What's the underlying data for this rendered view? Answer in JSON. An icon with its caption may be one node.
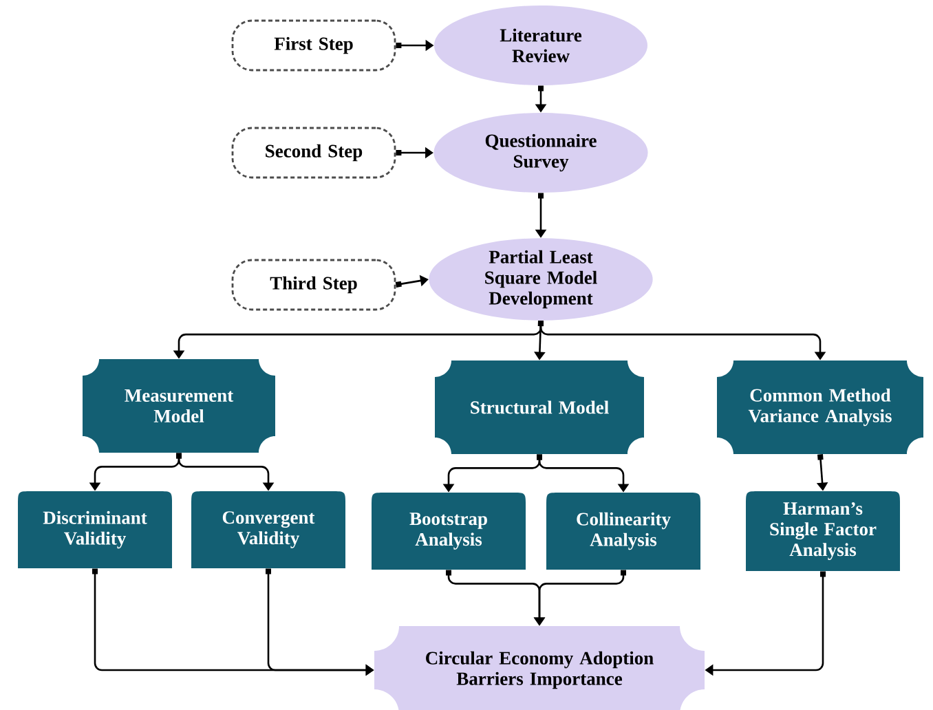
{
  "diagram": {
    "nodes": [
      {
        "text": [
          "First Step"
        ]
      },
      {
        "text": [
          "Literature Review"
        ]
      },
      {
        "text": [
          "Second Step"
        ]
      },
      {
        "text": [
          "Questionnaire Survey"
        ]
      },
      {
        "text": [
          "Third Step"
        ]
      },
      {
        "text": [
          "Partial Least Square Model Development"
        ]
      },
      {
        "text": [
          "Measurement Model"
        ]
      },
      {
        "text": [
          "Structural Model"
        ]
      },
      {
        "text": [
          "Common Method Variance Analysis"
        ]
      },
      {
        "text": [
          "Discriminant Validity"
        ]
      },
      {
        "text": [
          "Convergent Validity"
        ]
      },
      {
        "text": [
          "Bootstrap Analysis"
        ]
      },
      {
        "text": [
          "Collinearity Analysis"
        ]
      },
      {
        "text": [
          "Harman’s Single Factor Analysis"
        ]
      },
      {
        "text": [
          "Circular Economy Adoption Barriers Importance"
        ]
      }
    ],
    "edges": [
      {
        "from": 0,
        "to": 1,
        "arrow": "to"
      },
      {
        "from": 1,
        "to": 3,
        "arrow": "to"
      },
      {
        "from": 2,
        "to": 3,
        "arrow": "to"
      },
      {
        "from": 3,
        "to": 5,
        "arrow": "to"
      },
      {
        "from": 4,
        "to": 5,
        "arrow": "to"
      },
      {
        "from": 5,
        "to": 6,
        "arrow": "to"
      },
      {
        "from": 5,
        "to": 7,
        "arrow": "to"
      },
      {
        "from": 5,
        "to": 8,
        "arrow": "to"
      },
      {
        "from": 6,
        "to": 9,
        "arrow": "to"
      },
      {
        "from": 6,
        "to": 10,
        "arrow": "to"
      },
      {
        "from": 7,
        "to": 11,
        "arrow": "to"
      },
      {
        "from": 7,
        "to": 12,
        "arrow": "to"
      },
      {
        "from": 8,
        "to": 13,
        "arrow": "to"
      },
      {
        "from": 9,
        "to": 14,
        "arrow": "to"
      },
      {
        "from": 10,
        "to": 14,
        "arrow": "to"
      },
      {
        "from": 11,
        "to": 14,
        "arrow": "to"
      },
      {
        "from": 12,
        "to": 14,
        "arrow": "to"
      },
      {
        "from": 13,
        "to": 14,
        "arrow": "to"
      }
    ]
  }
}
